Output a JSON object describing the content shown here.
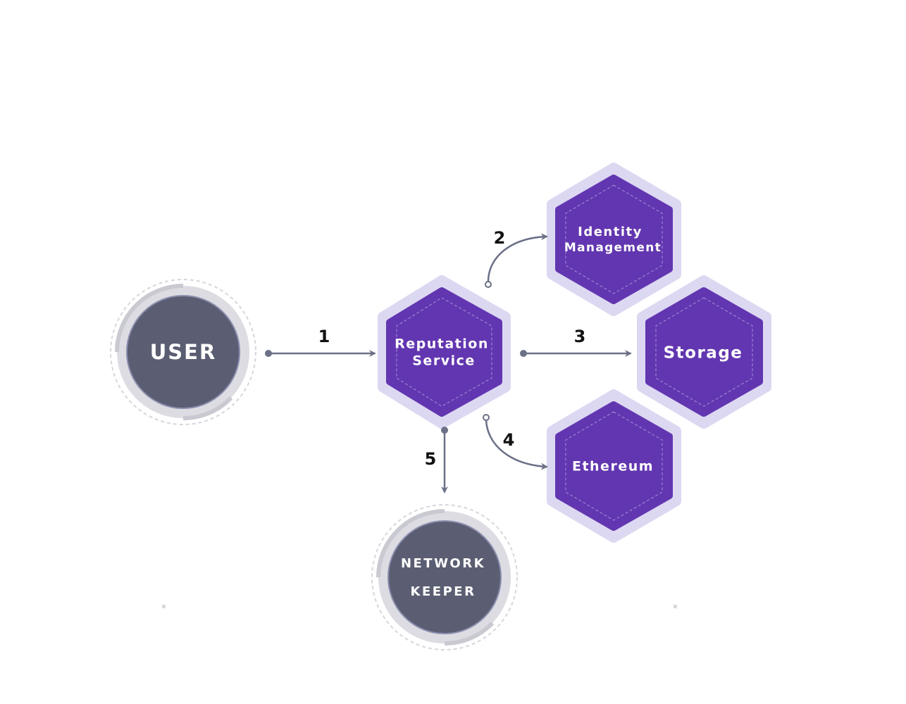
{
  "nodes": {
    "user": {
      "label": "USER"
    },
    "reputation_service": {
      "line1": "Reputation",
      "line2": "Service"
    },
    "identity_management": {
      "line1": "Identity",
      "line2": "Management"
    },
    "storage": {
      "label": "Storage"
    },
    "ethereum": {
      "label": "Ethereum"
    },
    "network_keeper": {
      "line1": "NETWORK",
      "line2": "KEEPER"
    }
  },
  "steps": {
    "s1": "1",
    "s2": "2",
    "s3": "3",
    "s4": "4",
    "s5": "5"
  },
  "colors": {
    "hex_fill": "#6236b0",
    "hex_outer": "#dcd8f2",
    "circle_fill": "#5b5e72",
    "circle_ring": "#dcdce2",
    "arrow": "#6b7087"
  }
}
